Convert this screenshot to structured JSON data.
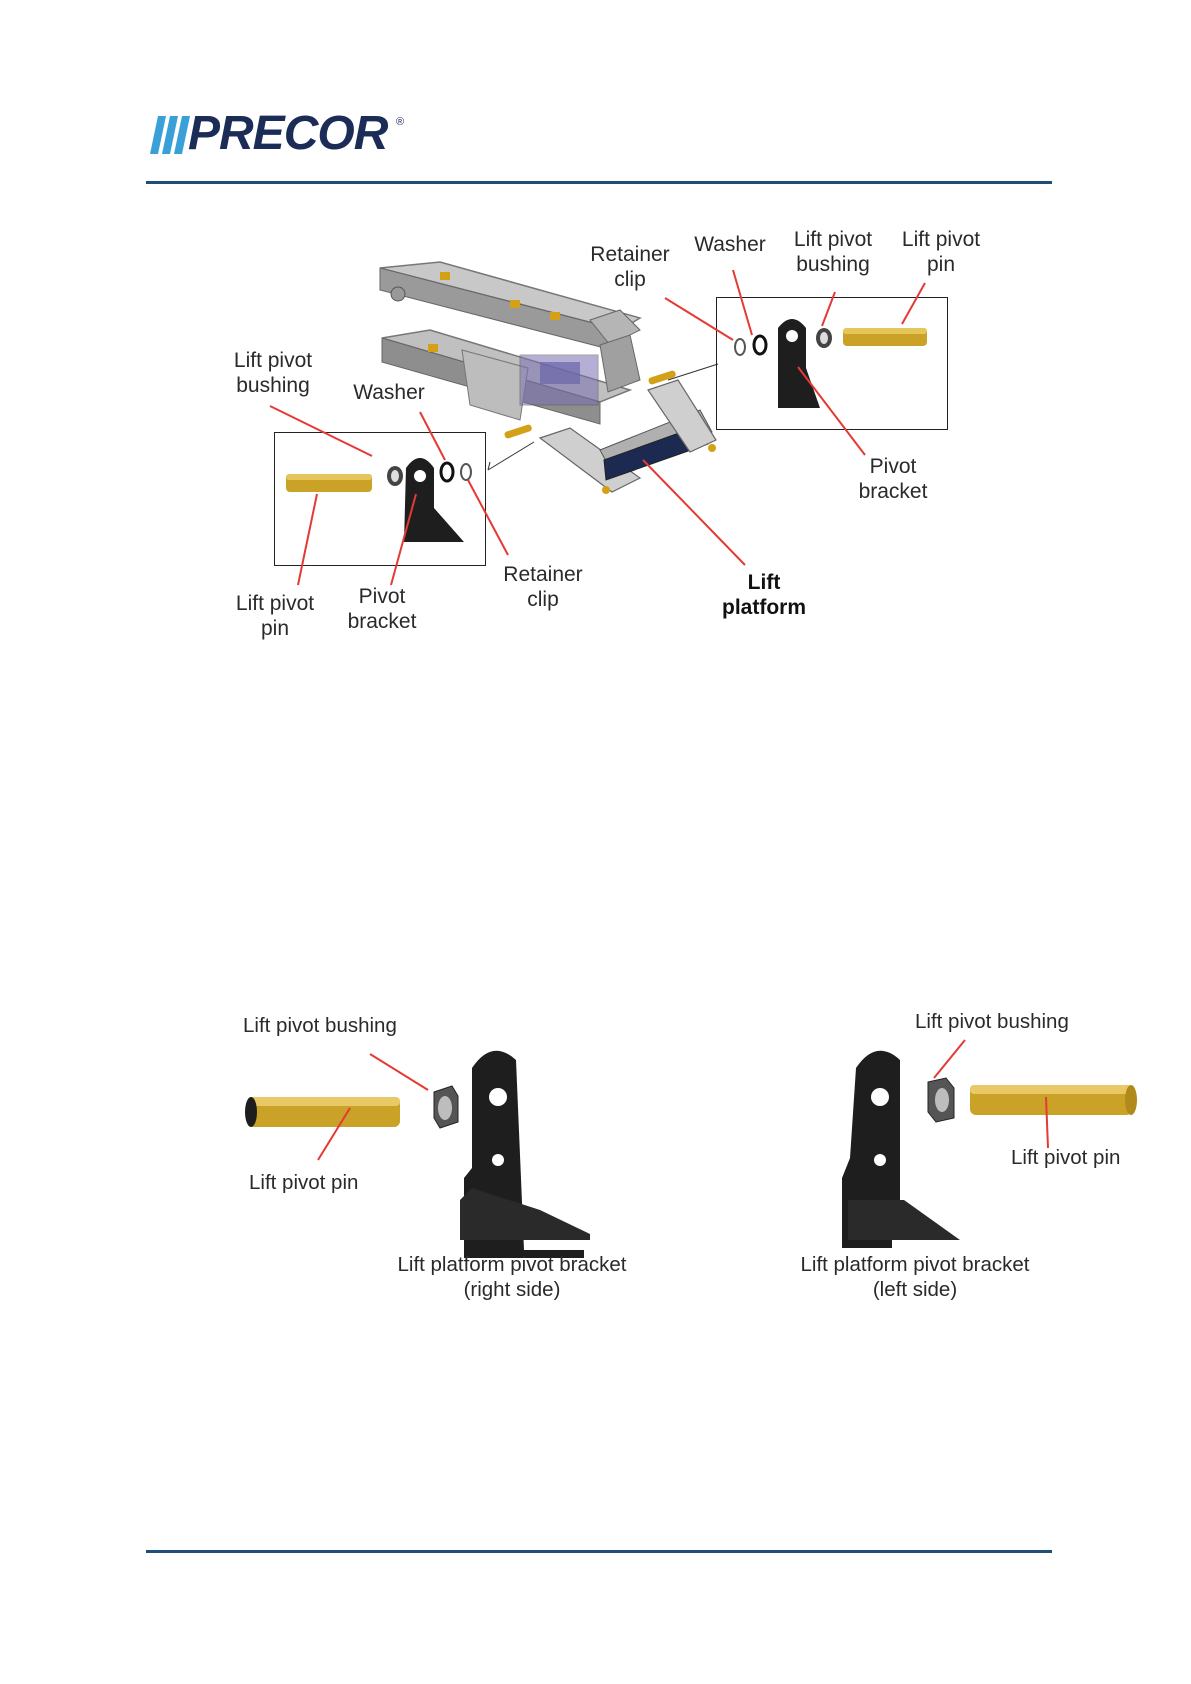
{
  "header": {
    "brand": "PRECOR",
    "registered_mark": "®",
    "brand_color": "#1b2c57",
    "accent_color": "#3aa0d8",
    "rule_color": "#1f4e79"
  },
  "figure1": {
    "labels": {
      "retainer_clip_right": [
        "Retainer",
        "clip"
      ],
      "washer_right": "Washer",
      "bushing_right": [
        "Lift pivot",
        "bushing"
      ],
      "pin_right": [
        "Lift pivot",
        "pin"
      ],
      "bushing_left": [
        "Lift pivot",
        "bushing"
      ],
      "washer_left": "Washer",
      "pivot_bracket_right": [
        "Pivot",
        "bracket"
      ],
      "pin_left": [
        "Lift pivot",
        "pin"
      ],
      "pivot_bracket_left": [
        "Pivot",
        "bracket"
      ],
      "retainer_clip_left": [
        "Retainer",
        "clip"
      ],
      "lift_platform": [
        "Lift",
        "platform"
      ]
    }
  },
  "figure2": {
    "left": {
      "bushing": "Lift pivot bushing",
      "pin": "Lift pivot pin",
      "caption": [
        "Lift platform pivot bracket",
        "(right side)"
      ]
    },
    "right": {
      "bushing": "Lift pivot bushing",
      "pin": "Lift pivot pin",
      "caption": [
        "Lift platform pivot bracket",
        "(left side)"
      ]
    }
  },
  "colors": {
    "callout_line": "#e53935",
    "pin_gold": "#c9a227",
    "bracket_black": "#1e1e1e"
  }
}
